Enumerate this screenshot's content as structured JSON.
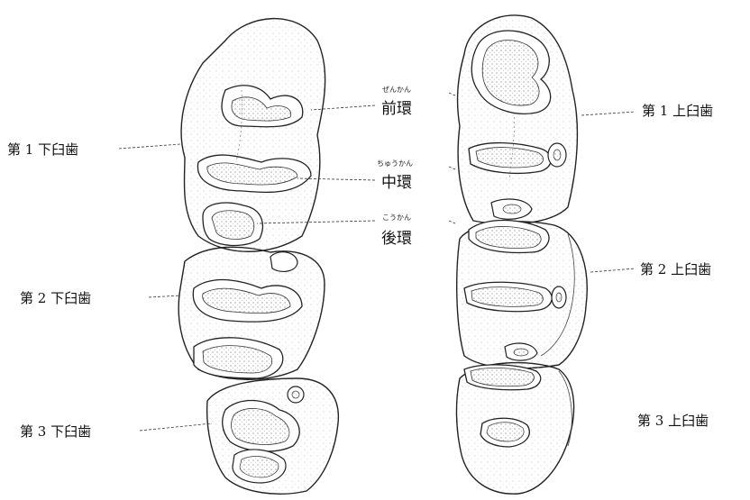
{
  "colors": {
    "ink": "#1a1a1a",
    "enamel": "#f4f4f4",
    "stipple": "#c9c9c9",
    "background": "#ffffff"
  },
  "lower_teeth": {
    "first": "第 1 下臼歯",
    "second": "第 2 下臼歯",
    "third": "第 3 下臼歯"
  },
  "upper_teeth": {
    "first": "第 1 上臼歯",
    "second": "第 2 上臼歯",
    "third": "第 3 上臼歯"
  },
  "loops": {
    "anterior": {
      "label": "前環",
      "reading": "ぜんかん"
    },
    "middle": {
      "label": "中環",
      "reading": "ちゅうかん"
    },
    "posterior": {
      "label": "後環",
      "reading": "こうかん"
    }
  }
}
